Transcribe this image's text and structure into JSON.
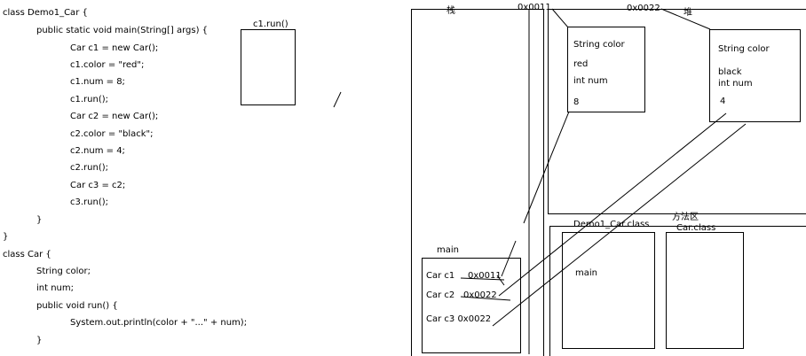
{
  "code": {
    "lines": [
      "class Demo1_Car {",
      "public static void main(String[] args) {",
      "Car c1 = new Car();",
      "c1.color = \"red\";",
      "c1.num = 8;",
      "c1.run();",
      "Car c2 = new Car();",
      "c2.color = \"black\";",
      "c2.num = 4;",
      "c2.run();",
      "Car c3 = c2;",
      "c3.run();",
      "}",
      "}",
      "class Car {",
      "String color;",
      "int num;",
      "public void run() {",
      "System.out.println(color + \"...\" + num);",
      "}"
    ]
  },
  "run_frame": {
    "label": "c1.run()"
  },
  "memory": {
    "stack_label": "栈",
    "heap_label": "堆",
    "method_area_label": "方法区",
    "main_frame": {
      "label": "main",
      "vars": [
        "Car c1",
        "0x0011",
        "Car c2",
        "0x0022",
        "Car c3 0x0022"
      ]
    },
    "obj1": {
      "addr": "0x0011",
      "fields": [
        "String color",
        "red",
        "int num",
        "8"
      ]
    },
    "obj2": {
      "addr": "0x0022",
      "fields": [
        "String color",
        "black",
        "int num",
        "4"
      ]
    },
    "classes": {
      "demo1": "Demo1_Car.class",
      "demo1_member": "main",
      "car": "Car.class"
    }
  }
}
